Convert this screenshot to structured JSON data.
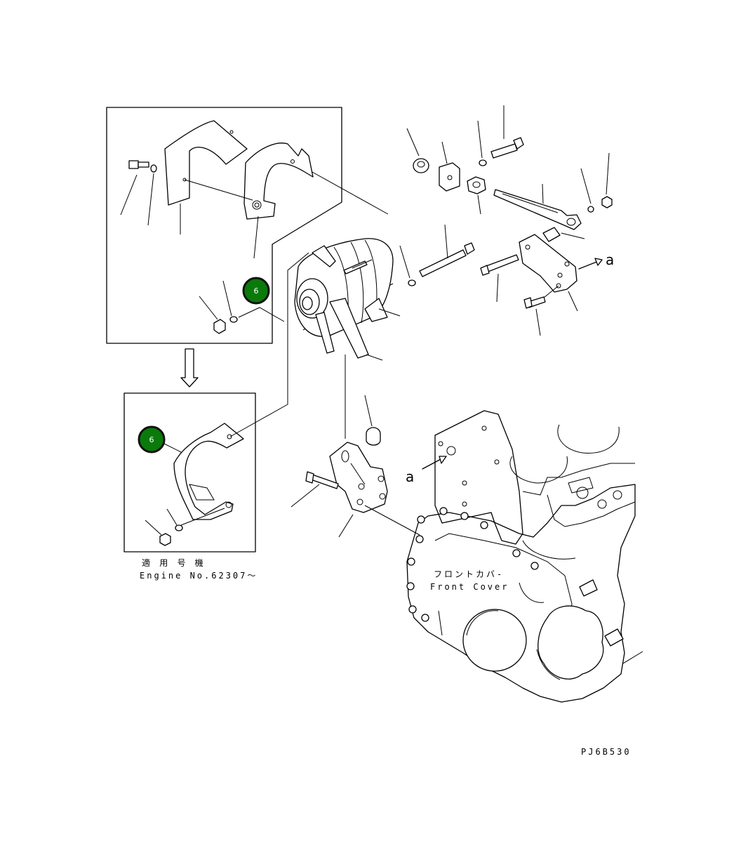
{
  "callouts": [
    {
      "number": "6",
      "color": "#0a7a0a"
    },
    {
      "number": "6",
      "color": "#0a7a0a"
    }
  ],
  "labels": {
    "view_marker_a": "a",
    "applicable_jp": "適 用 号 機",
    "engine_no": "Engine No.62307～",
    "front_cover_jp": "フロントカバ-",
    "front_cover_en": "Front Cover",
    "drawing_code": "PJ6B530"
  },
  "colors": {
    "line": "#000000",
    "background": "#ffffff",
    "callout_fill": "#0a7a0a"
  }
}
